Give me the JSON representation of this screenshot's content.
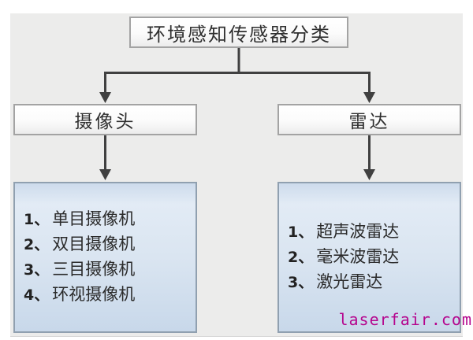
{
  "diagram": {
    "root": {
      "title": "环境感知传感器分类"
    },
    "branches": {
      "camera": {
        "label": "摄像头",
        "items": [
          {
            "num": "1、",
            "text": "单目摄像机"
          },
          {
            "num": "2、",
            "text": "双目摄像机"
          },
          {
            "num": "3、",
            "text": "三目摄像机"
          },
          {
            "num": "4、",
            "text": "环视摄像机"
          }
        ]
      },
      "radar": {
        "label": "雷达",
        "items": [
          {
            "num": "1、",
            "text": "超声波雷达"
          },
          {
            "num": "2、",
            "text": "毫米波雷达"
          },
          {
            "num": "3、",
            "text": "激光雷达"
          }
        ]
      }
    },
    "watermark": "laserfair.com",
    "colors": {
      "watermark": "#b5058e",
      "connector": "#404040",
      "node_border": "#a3a3a3",
      "leaf_fill_top": "#cddbec",
      "leaf_fill_bottom": "#c8d8ea",
      "panel_background": "#ececeb"
    }
  }
}
